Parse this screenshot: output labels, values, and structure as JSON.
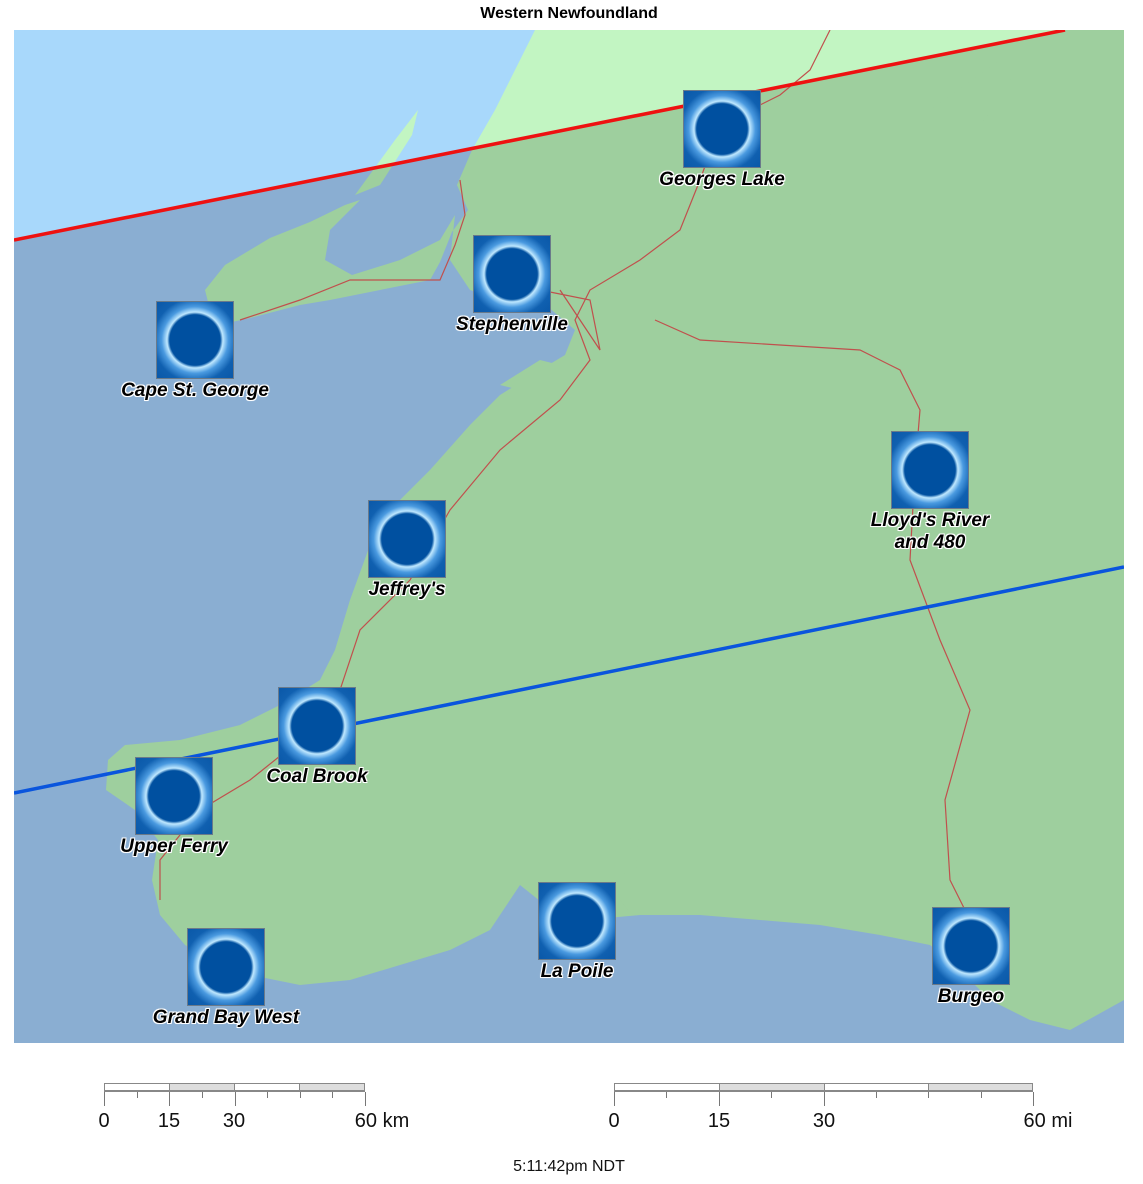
{
  "title": "Western Newfoundland",
  "colors": {
    "water_shadow": "#8aaed2",
    "land_shadow": "#9ecf9e",
    "water_light": "#a8d8fb",
    "land_light": "#c2f5c2",
    "northern_limit_line": "#ee1111",
    "southern_limit_line": "#0a55dd",
    "roads": "#c0504d"
  },
  "locations": [
    {
      "name": "Georges Lake",
      "icon": "eclipse-icon"
    },
    {
      "name": "Stephenville",
      "icon": "eclipse-icon"
    },
    {
      "name": "Cape St. George",
      "icon": "eclipse-icon"
    },
    {
      "name": "Jeffrey's",
      "icon": "eclipse-icon"
    },
    {
      "name": "Lloyd's River\nand 480",
      "icon": "eclipse-icon"
    },
    {
      "name": "Coal Brook",
      "icon": "eclipse-icon"
    },
    {
      "name": "Upper Ferry",
      "icon": "eclipse-icon"
    },
    {
      "name": "La Poile",
      "icon": "eclipse-icon"
    },
    {
      "name": "Burgeo",
      "icon": "eclipse-icon"
    },
    {
      "name": "Grand Bay West",
      "icon": "eclipse-icon"
    }
  ],
  "scale_km": {
    "labels": [
      "0",
      "15",
      "30",
      "60 km"
    ]
  },
  "scale_mi": {
    "labels": [
      "0",
      "15",
      "30",
      "60 mi"
    ]
  },
  "timestamp": "5:11:42pm NDT"
}
